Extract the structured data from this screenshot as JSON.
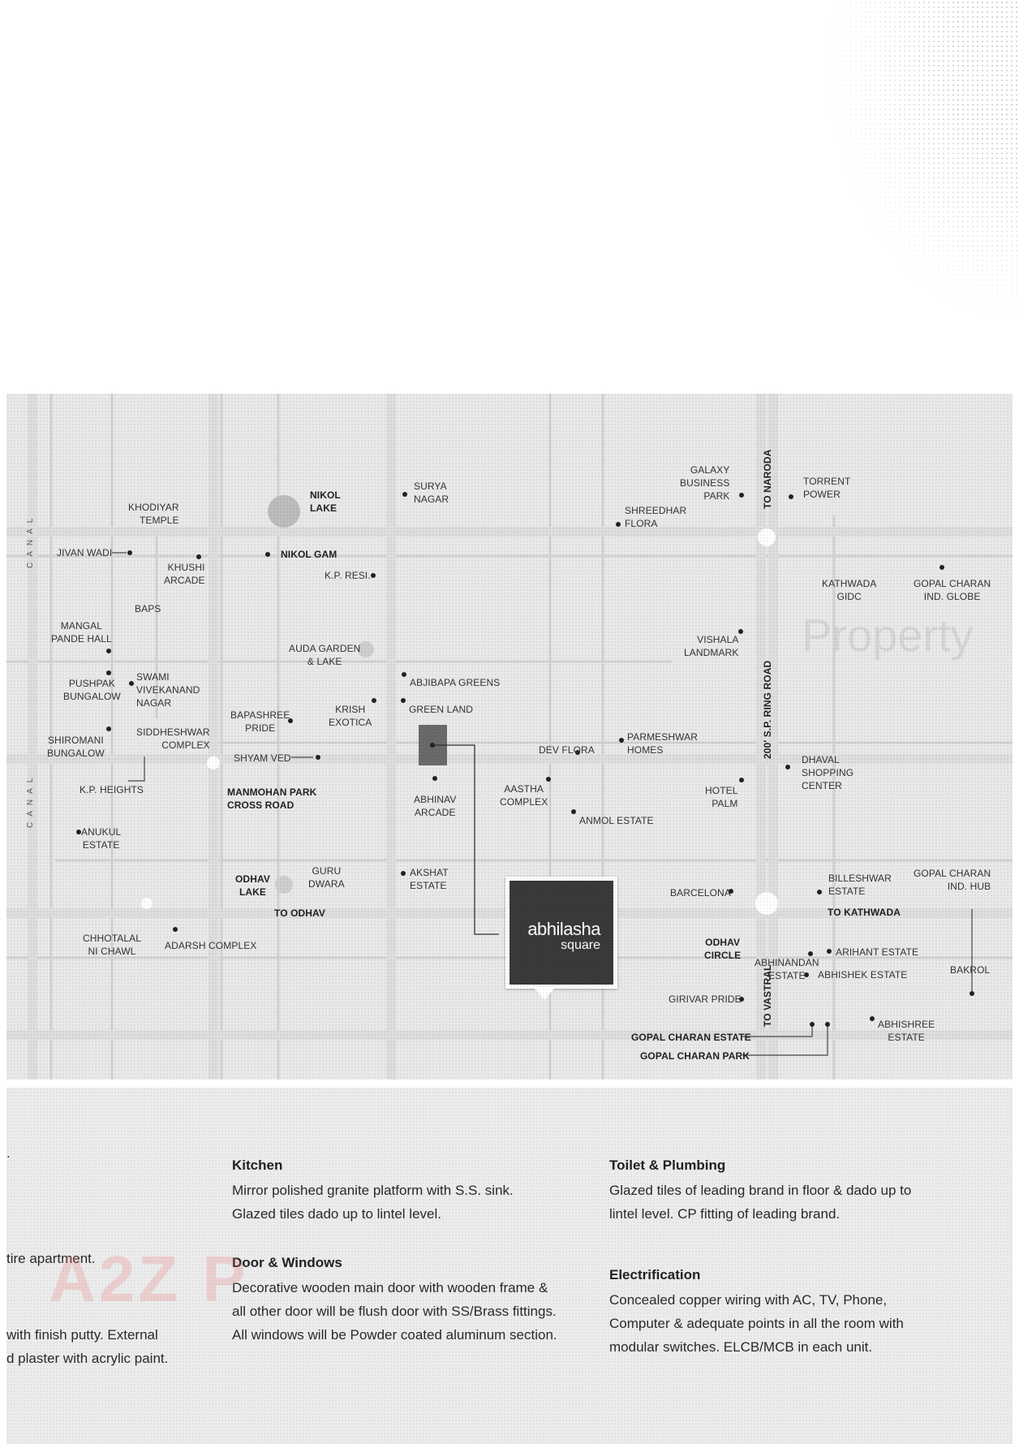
{
  "map": {
    "canal_label": "CANAL",
    "project": {
      "line1": "abhilasha",
      "line2": "square"
    },
    "watermark": "Property",
    "labels": {
      "khodiyar_temple": "KHODIYAR\nTEMPLE",
      "nikol_lake": "NIKOL\nLAKE",
      "surya_nagar": "SURYA\nNAGAR",
      "galaxy": "GALAXY\nBUSINESS\nPARK",
      "torrent": "TORRENT\nPOWER",
      "to_naroda": "TO NARODA",
      "shreedhar": "SHREEDHAR\nFLORA",
      "jivan_wadi": "JIVAN WADI",
      "khushi": "KHUSHI\nARCADE",
      "nikol_gam": "NIKOL GAM",
      "kp_resi": "K.P. RESI.",
      "kathwada_gidc": "KATHWADA\nGIDC",
      "gopal_globe": "GOPAL CHARAN\nIND. GLOBE",
      "baps": "BAPS",
      "mangal": "MANGAL\nPANDE HALL",
      "auda": "AUDA GARDEN\n& LAKE",
      "vishala": "VISHALA\nLANDMARK",
      "pushpak": "PUSHPAK\nBUNGALOW",
      "swami": "SWAMI\nVIVEKANAND\nNAGAR",
      "abjibapa": "ABJIBAPA GREENS",
      "ring_road": "200' S.P. RING ROAD",
      "bapashree": "BAPASHREE\nPRIDE",
      "krish": "KRISH\nEXOTICA",
      "green_land": "GREEN LAND",
      "shiromani": "SHIROMANI\nBUNGALOW",
      "siddheshwar": "SIDDHESHWAR\nCOMPLEX",
      "dev_flora": "DEV FLORA",
      "parmeshwar": "PARMESHWAR\nHOMES",
      "shyam_ved": "SHYAM VED",
      "dhaval": "DHAVAL\nSHOPPING\nCENTER",
      "kp_heights": "K.P. HEIGHTS",
      "manmohan": "MANMOHAN PARK\nCROSS ROAD",
      "abhinav": "ABHINAV\nARCADE",
      "aastha": "AASTHA\nCOMPLEX",
      "hotel_palm": "HOTEL\nPALM",
      "anmol": "ANMOL ESTATE",
      "anukul": "ANUKUL\nESTATE",
      "odhav_lake": "ODHAV\nLAKE",
      "guru_dwara": "GURU\nDWARA",
      "akshat": "AKSHAT\nESTATE",
      "billeshwar": "BILLESHWAR\nESTATE",
      "gopal_hub": "GOPAL CHARAN\nIND. HUB",
      "barcelona": "BARCELONA",
      "to_odhav": "TO ODHAV",
      "to_kathwada": "TO KATHWADA",
      "chhotalal": "CHHOTALAL\nNI CHAWL",
      "adarsh": "ADARSH COMPLEX",
      "odhav_circle": "ODHAV\nCIRCLE",
      "abhinandan": "ABHINANDAN\nESTATE",
      "arihant": "ARIHANT ESTATE",
      "bakrol": "BAKROL",
      "to_vastral": "TO VASTRAL",
      "abhishek": "ABHISHEK ESTATE",
      "girivar": "GIRIVAR PRIDE",
      "abhishree": "ABHISHREE\nESTATE",
      "gopal_estate": "GOPAL CHARAN ESTATE",
      "gopal_park": "GOPAL CHARAN PARK"
    }
  },
  "specs": {
    "left_partial": {
      "line_a": ".",
      "line_b": "tire apartment.",
      "line_c": "with finish putty. External",
      "line_d": "d plaster with acrylic paint."
    },
    "kitchen": {
      "title": "Kitchen",
      "text": "Mirror polished granite platform with S.S. sink. Glazed tiles dado up to lintel level."
    },
    "door": {
      "title": "Door & Windows",
      "text": "Decorative wooden main door with wooden frame & all other door will be flush door with SS/Brass fittings. All windows will be Powder coated aluminum section."
    },
    "toilet": {
      "title": "Toilet & Plumbing",
      "text": "Glazed tiles of leading brand in floor & dado up to lintel level. CP fitting of leading brand."
    },
    "electric": {
      "title": "Electrification",
      "text": "Concealed copper wiring with AC, TV, Phone, Computer & adequate points in all the room with modular switches. ELCB/MCB in each unit."
    },
    "watermark": "A2Z P"
  }
}
